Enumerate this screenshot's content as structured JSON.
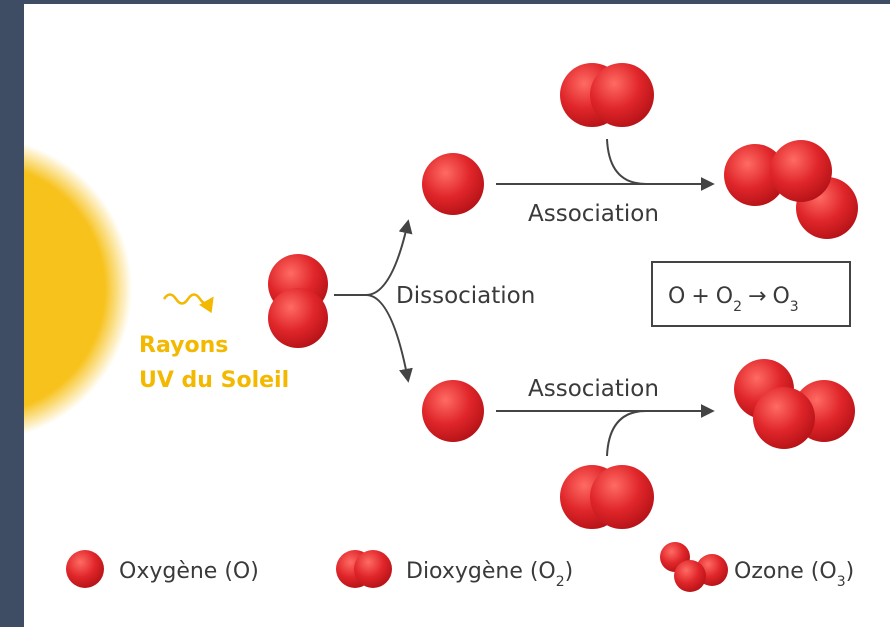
{
  "colors": {
    "sun": "#f7c21c",
    "uv_text": "#f3b800",
    "atom_base": "#c4161b",
    "atom_light": "#ff6b63",
    "arrow": "#444444",
    "text": "#3a3a3a",
    "frame": "#3e4d63"
  },
  "uv": {
    "line1": "Rayons",
    "line2": "UV du Soleil"
  },
  "labels": {
    "dissociation": "Dissociation",
    "association_top": "Association",
    "association_bottom": "Association"
  },
  "equation": {
    "o": "O",
    "plus": "+",
    "o2_base": "O",
    "o2_sub": "2",
    "arrow": "→",
    "o3_base": "O",
    "o3_sub": "3"
  },
  "legend": {
    "oxygen": {
      "text": "Oxygène (O)"
    },
    "dioxygen": {
      "text": "Dioxygène (O",
      "sub": "2",
      "close": ")"
    },
    "ozone": {
      "text": "Ozone (O",
      "sub": "3",
      "close": ")"
    }
  }
}
